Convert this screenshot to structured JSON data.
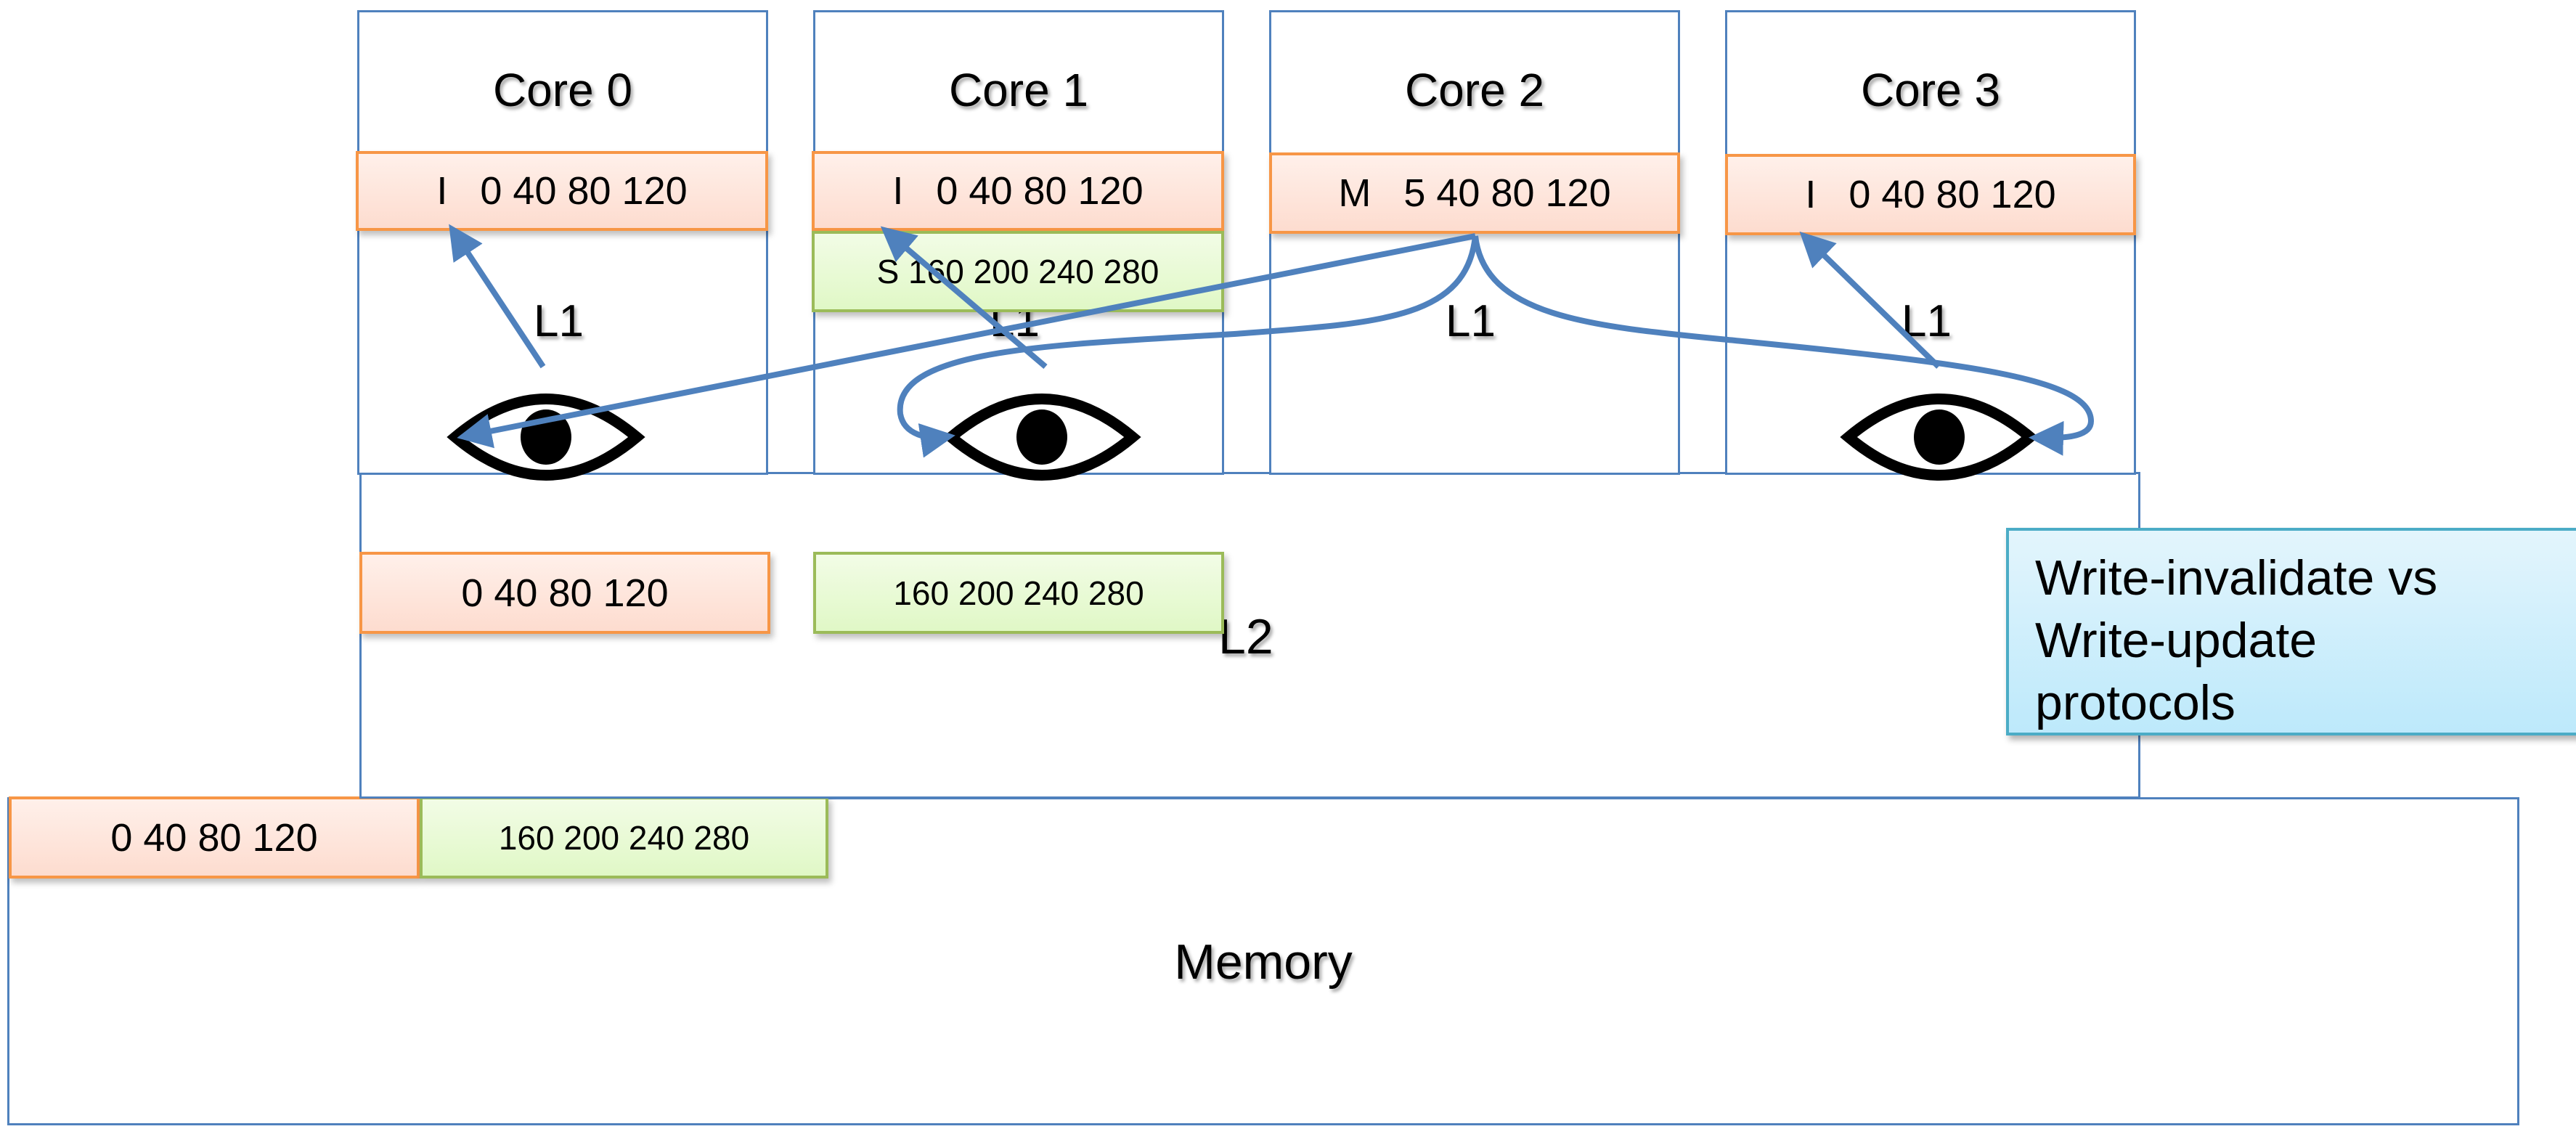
{
  "cores": [
    {
      "title": "Core 0",
      "l1_label": "L1",
      "lines": [
        {
          "state": "I",
          "values": "0 40 80 120",
          "text": "I   0 40 80 120"
        }
      ]
    },
    {
      "title": "Core 1",
      "l1_label": "L1",
      "lines": [
        {
          "state": "I",
          "values": "0 40 80 120",
          "text": "I   0 40 80 120"
        },
        {
          "state": "S",
          "values": "160 200 240 280",
          "text": "S 160 200 240 280"
        }
      ]
    },
    {
      "title": "Core 2",
      "l1_label": "L1",
      "lines": [
        {
          "state": "M",
          "values": "5 40 80 120",
          "text": "M   5 40 80 120"
        }
      ]
    },
    {
      "title": "Core 3",
      "l1_label": "L1",
      "lines": [
        {
          "state": "I",
          "values": "0 40 80 120",
          "text": "I   0 40 80 120"
        }
      ]
    }
  ],
  "l2": {
    "label": "L2",
    "lines": [
      "0 40 80 120",
      "160 200 240 280"
    ]
  },
  "memory": {
    "label": "Memory",
    "lines": [
      "0 40 80 120",
      "160 200 240 280"
    ]
  },
  "callout": {
    "text_lines": [
      "Write-invalidate vs",
      "Write-update",
      "protocols"
    ]
  },
  "colors": {
    "border_blue": "#4f81bd",
    "modified_invalid_fill": "#fddccf",
    "modified_invalid_border": "#f79646",
    "shared_fill": "#e0f8c6",
    "shared_border": "#9bbb59",
    "callout_fill": "#bde9fb",
    "callout_border": "#4bacc6",
    "arrow": "#4f81bd"
  }
}
